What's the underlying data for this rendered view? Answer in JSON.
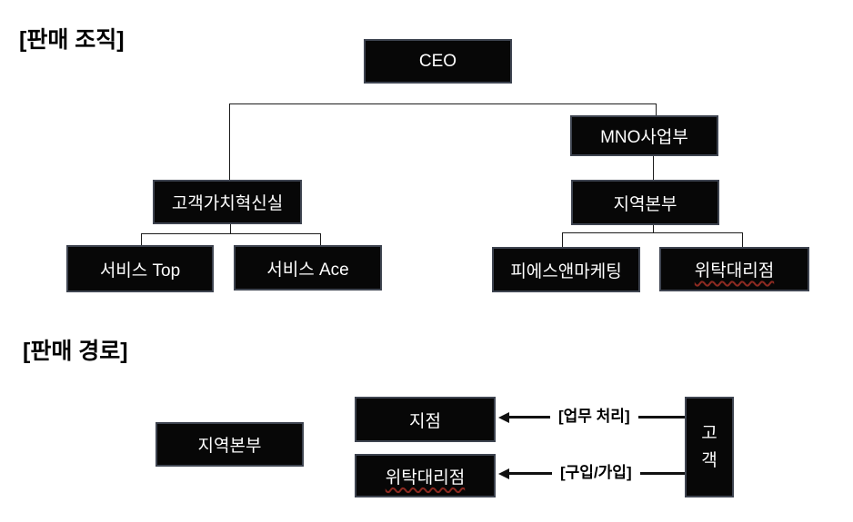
{
  "org_chart": {
    "title": "[판매 조직]",
    "nodes": {
      "ceo": {
        "label": "CEO"
      },
      "mno_division": {
        "label": "MNO사업부"
      },
      "customer_value_innovation": {
        "label": "고객가치혁신실"
      },
      "regional_hq": {
        "label": "지역본부"
      },
      "service_top": {
        "label": "서비스 Top"
      },
      "service_ace": {
        "label": "서비스 Ace"
      },
      "ps_marketing": {
        "label": "피에스앤마케팅"
      },
      "consignment_agency": {
        "label": "위탁대리점"
      }
    }
  },
  "sales_channel": {
    "title": "[판매 경로]",
    "nodes": {
      "regional_hq": {
        "label": "지역본부"
      },
      "branch": {
        "label": "지점"
      },
      "consignment_agency": {
        "label": "위탁대리점"
      },
      "customer": {
        "label": "고객",
        "chars": [
          "고",
          "객"
        ]
      }
    },
    "arrows": [
      {
        "label": "[업무 처리]"
      },
      {
        "label": "[구입/가입]"
      }
    ]
  },
  "colors": {
    "node_fill": "#070707",
    "node_border": "#3e4450",
    "node_text": "#ffffff",
    "connector": "#1c1c1c",
    "arrow": "#111111",
    "title_text": "#000000",
    "spellcheck_squiggle": "#8d2a21",
    "background": "#ffffff"
  }
}
